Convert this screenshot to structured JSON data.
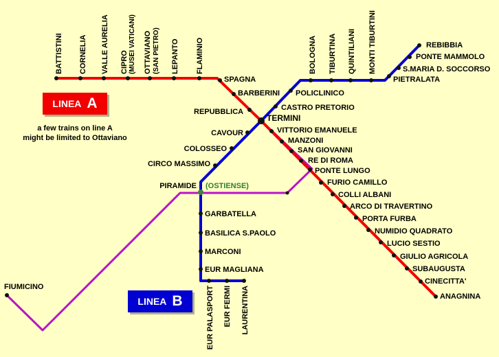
{
  "colors": {
    "background": "#FFFFC6",
    "line_a": "#F20000",
    "line_b": "#0000D2",
    "railway": "#B814C8",
    "ostiense": "#2E7D32",
    "station": "#111111"
  },
  "legend": {
    "line_a": {
      "word": "LINEA",
      "letter": "A"
    },
    "line_b": {
      "word": "LINEA",
      "letter": "B"
    }
  },
  "note": {
    "line1": "a few trains on line A",
    "line2": "might be limited to Ottaviano"
  },
  "stations": {
    "battistini": "BATTISTINI",
    "cornelia": "CORNELIA",
    "valle_aurelia": "VALLE AURELIA",
    "cipro_1": "CIPRO",
    "cipro_2": "(MUSEI VATICANI)",
    "ottaviano_1": "OTTAVIANO",
    "ottaviano_2": "(SAN PIETRO)",
    "lepanto": "LEPANTO",
    "flaminio": "FLAMINIO",
    "spagna": "SPAGNA",
    "barberini": "BARBERINI",
    "repubblica": "REPUBBLICA",
    "termini": "TERMINI",
    "vittorio_emanuele": "VITTORIO EMANUELE",
    "manzoni": "MANZONI",
    "san_giovanni": "SAN GIOVANNI",
    "re_di_roma": "RE DI ROMA",
    "ponte_lungo": "PONTE LUNGO",
    "furio_camillo": "FURIO CAMILLO",
    "colli_albani": "COLLI ALBANI",
    "arco_di_travertino": "ARCO DI TRAVERTINO",
    "porta_furba": "PORTA FURBA",
    "numidio_quadrato": "NUMIDIO QUADRATO",
    "lucio_sestio": "LUCIO SESTIO",
    "giulio_agricola": "GIULIO AGRICOLA",
    "subaugusta": "SUBAUGUSTA",
    "cinecitta": "CINECITTA'",
    "anagnina": "ANAGNINA",
    "rebibbia": "REBIBBIA",
    "ponte_mammolo": "PONTE MAMMOLO",
    "santa_maria": "S.MARIA D. SOCCORSO",
    "pietralata": "PIETRALATA",
    "monti_tiburtini": "MONTI TIBURTINI",
    "quintiliani": "QUINTILIANI",
    "tiburtina": "TIBURTINA",
    "bologna": "BOLOGNA",
    "policlinico": "POLICLINICO",
    "castro_pretorio": "CASTRO PRETORIO",
    "cavour": "CAVOUR",
    "colosseo": "COLOSSEO",
    "circo_massimo": "CIRCO MASSIMO",
    "piramide": "PIRAMIDE",
    "ostiense": "(OSTIENSE)",
    "garbatella": "GARBATELLA",
    "basilica": "BASILICA S.PAOLO",
    "marconi": "MARCONI",
    "eur_magliana": "EUR MAGLIANA",
    "eur_palasport": "EUR PALASPORT",
    "eur_fermi": "EUR FERMI",
    "laurentina": "LAURENTINA",
    "fiumicino": "FIUMICINO"
  }
}
